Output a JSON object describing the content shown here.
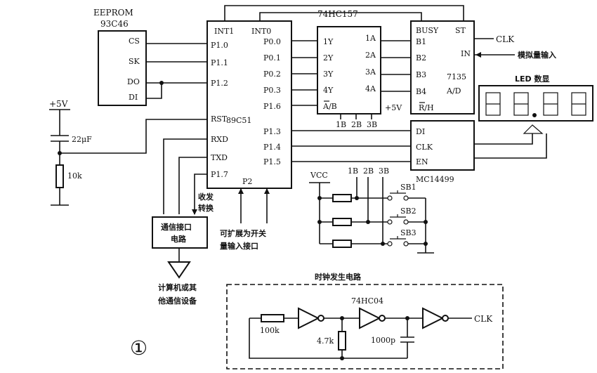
{
  "eeprom": {
    "title": "EEPROM",
    "part": "93C46",
    "pins": [
      "CS",
      "SK",
      "DO",
      "DI"
    ]
  },
  "mcu": {
    "part": "89C51",
    "top_pins": [
      "INT1",
      "INT0"
    ],
    "left_pins": [
      "P1.0",
      "P1.1",
      "P1.2",
      "RST",
      "RXD",
      "TXD",
      "P1.7"
    ],
    "right_pins": [
      "P0.0",
      "P0.1",
      "P0.2",
      "P0.3",
      "P1.6",
      "P1.3",
      "P1.4",
      "P1.5"
    ],
    "bottom_pin": "P2"
  },
  "mux": {
    "part": "74HC157",
    "left_pins": [
      "1Y",
      "2Y",
      "3Y",
      "4Y",
      "A/B"
    ],
    "right_pins": [
      "1A",
      "2A",
      "3A",
      "4A"
    ],
    "bottom_pins": [
      "1B",
      "2B",
      "3B"
    ]
  },
  "adc": {
    "part": "7135",
    "func": "A/D",
    "pins": [
      "BUSY",
      "ST",
      "IN",
      "B1",
      "B2",
      "B3",
      "B4",
      "+5V",
      "R/H"
    ],
    "clk_label": "CLK",
    "in_label": "模拟量输入"
  },
  "driver": {
    "part": "MC14499",
    "pins": [
      "DI",
      "CLK",
      "EN"
    ]
  },
  "led": {
    "title": "LED 数显"
  },
  "power": {
    "vplus": "+5V",
    "cap": "22μF",
    "res": "10k"
  },
  "keys": {
    "vcc": "VCC",
    "cols": [
      "1B",
      "2B",
      "3B"
    ],
    "switches": [
      "SB1",
      "SB2",
      "SB3"
    ]
  },
  "comm": {
    "box_line1": "通信接口",
    "box_line2": "电路",
    "txrx_line1": "收发",
    "txrx_line2": "转换",
    "target_line1": "计算机或其",
    "target_line2": "他通信设备"
  },
  "expand": {
    "line1": "可扩展为开关",
    "line2": "量输入接口"
  },
  "clock": {
    "title": "时钟发生电路",
    "gate": "74HC04",
    "r1": "100k",
    "r2": "4.7k",
    "c1": "1000p",
    "out": "CLK"
  },
  "figure_number": "①"
}
